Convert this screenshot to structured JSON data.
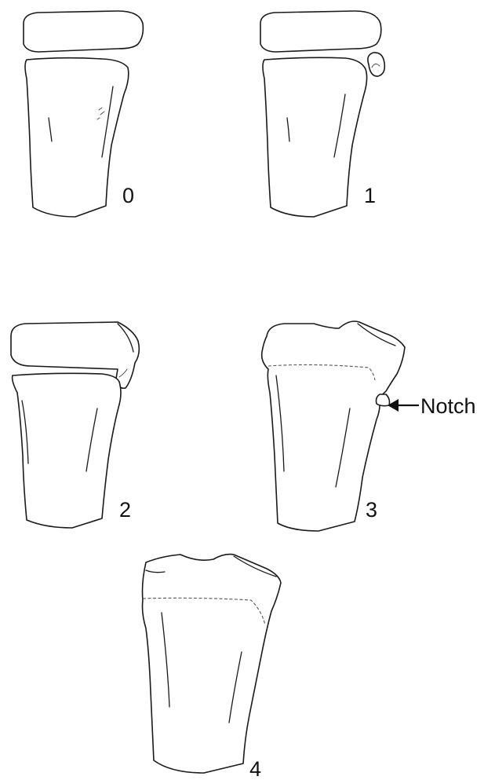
{
  "stages": [
    {
      "id": "0",
      "label": "0"
    },
    {
      "id": "1",
      "label": "1"
    },
    {
      "id": "2",
      "label": "2"
    },
    {
      "id": "3",
      "label": "3"
    },
    {
      "id": "4",
      "label": "4"
    }
  ],
  "annotation": {
    "label": "Notch",
    "target_stage": "3"
  },
  "colors": {
    "stroke": "#1a1a1a",
    "background": "#ffffff"
  }
}
